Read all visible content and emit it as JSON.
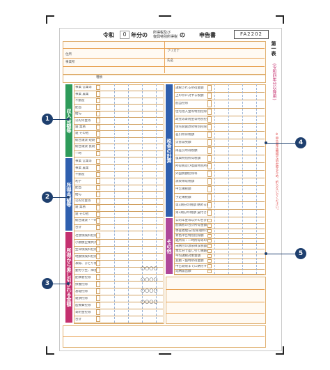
{
  "form": {
    "title_prefix": "令和",
    "year": "0",
    "title_suffix": "年分の",
    "tax_type_line1": "所得税及び",
    "tax_type_line2": "復興特別所得税",
    "title_of": "の",
    "title_main": "申告書",
    "form_code": "FA2202",
    "sheet_label": "第一表",
    "sheet_sub": "(令和四年分以降用)",
    "right_note": "※申告書は機械で読み取るため、折らないでください。",
    "header_labels": {
      "address_label": "住所",
      "office_label": "事業所",
      "furigana": "フリガナ",
      "name_label": "氏名",
      "kind_label": "種類"
    }
  },
  "sections": [
    {
      "id": "income",
      "label": "収入金額等",
      "color": "#2e9b5a"
    },
    {
      "id": "shotoku",
      "label": "所得金額等",
      "color": "#2f5fae"
    },
    {
      "id": "deduction",
      "label": "所得から差し引かれる金額",
      "color": "#c4306f"
    },
    {
      "id": "tax",
      "label": "税金の計算",
      "color": "#2f5fae"
    },
    {
      "id": "other",
      "label": "その他",
      "color": "#b0489a"
    }
  ],
  "income_rows": [
    "事業 営業等",
    "事業 農業",
    "不動産",
    "配当",
    "給与",
    "公的年金等",
    "雑 業務",
    "雑 その他",
    "総合譲渡 短期",
    "総合譲渡 長期",
    "一時"
  ],
  "shotoku_rows": [
    "事業 営業等",
    "事業 農業",
    "不動産",
    "利子",
    "配当",
    "給与",
    "公的年金等",
    "雑 業務",
    "雑 その他",
    "総合譲渡・一時",
    "合計"
  ],
  "deduction_rows": [
    "社会保険料控除",
    "小規模企業共済等掛金控除",
    "生命保険料控除",
    "地震保険料控除",
    "寡婦、ひとり親控除",
    "勤労学生、障害者控除",
    "配偶者控除",
    "扶養控除",
    "基礎控除",
    "雑損控除",
    "医療費控除",
    "寄附金控除",
    "合計"
  ],
  "tax_rows": [
    "課税される所得金額",
    "上の㉚に対する税額",
    "配当控除",
    "住宅借入金等特別控除",
    "政党等寄附金等特別控除",
    "住宅耐震改修特別控除",
    "差引所得税額",
    "災害減免額",
    "再差引所得税額",
    "復興特別所得税額",
    "所得税及び復興特別所得税の額",
    "外国税額控除等",
    "源泉徴収税額",
    "申告納税額",
    "予定納税額",
    "第3期分の税額 納める税金",
    "第3期分の税額 還付される税金"
  ],
  "other_rows": [
    "公的年金等以外の合計所得金額",
    "配偶者の合計所得金額",
    "専従者給与(控除)額の合計額",
    "青色申告特別控除額",
    "雑所得・一時所得等の源泉徴収税額の合計額",
    "未納付の源泉徴収税額",
    "本年分で差し引く繰越損失額",
    "平均課税対象金額",
    "変動・臨時所得金額",
    "申告期限までに納付する金額",
    "延納届出額"
  ],
  "callouts": [
    "1",
    "2",
    "3",
    "4",
    "5"
  ],
  "colors": {
    "accent_orange": "#e8a050",
    "callout_navy": "#1e3f6e"
  }
}
